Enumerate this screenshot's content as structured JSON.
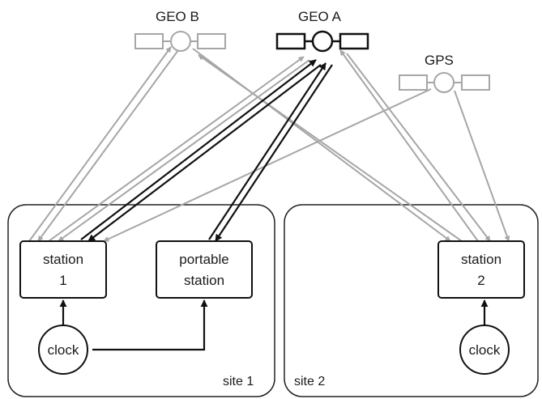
{
  "satellites": {
    "geo_b": {
      "label": "GEO B",
      "color": "#a6a6a6"
    },
    "geo_a": {
      "label": "GEO A",
      "color": "#111111"
    },
    "gps": {
      "label": "GPS",
      "color": "#a6a6a6"
    }
  },
  "sites": {
    "site1": {
      "label": "site 1"
    },
    "site2": {
      "label": "site 2"
    }
  },
  "nodes": {
    "station1": {
      "line1": "station",
      "line2": "1"
    },
    "portable": {
      "line1": "portable",
      "line2": "station"
    },
    "station2": {
      "line1": "station",
      "line2": "2"
    },
    "clock1": {
      "label": "clock"
    },
    "clock2": {
      "label": "clock"
    }
  },
  "colors": {
    "black_link": "#111111",
    "gray_link": "#a6a6a6",
    "box_stroke": "#111111",
    "site_stroke": "#222222"
  }
}
